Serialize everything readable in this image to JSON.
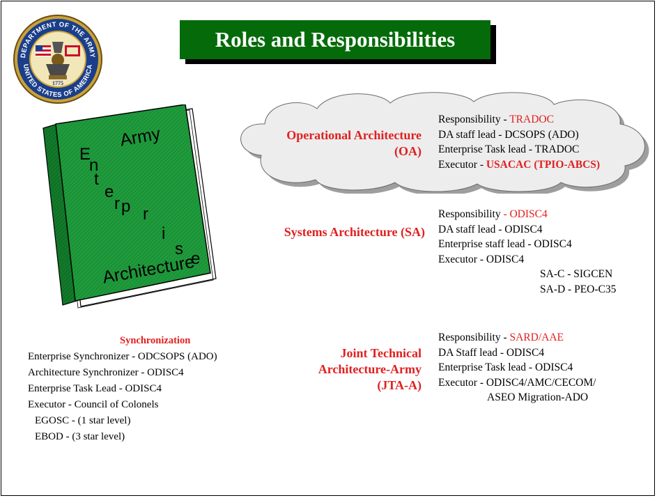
{
  "title": "Roles and Responsibilities",
  "seal": {
    "name": "army-seal",
    "text_top": "DEPARTMENT OF THE ARMY",
    "text_bottom": "UNITED STATES OF AMERICA",
    "year": "1775"
  },
  "book": {
    "top_word": "Army",
    "diagonal_letters": [
      "E",
      "n",
      "t",
      "e",
      "r",
      "p",
      "r",
      "i",
      "s",
      "e"
    ],
    "bottom_word": "Architecture",
    "cover_color": "#1e9b3b"
  },
  "cloud_color": "#ededed",
  "sections": {
    "oa": {
      "label_lines": [
        "Operational Architecture",
        "(OA)"
      ],
      "lines": [
        {
          "prefix": "Responsibility - ",
          "value": "TRADOC",
          "value_color": "red"
        },
        {
          "prefix": "DA staff lead - DCSOPS (ADO)"
        },
        {
          "prefix": "Enterprise Task lead - TRADOC"
        },
        {
          "prefix": "Executor - ",
          "value": "USACAC (TPIO-ABCS)",
          "value_color": "red-bold"
        }
      ]
    },
    "sa": {
      "label_lines": [
        "Systems Architecture (SA)"
      ],
      "lines": [
        {
          "prefix": "Responsibility ",
          "value": "- ODISC4",
          "value_color": "red"
        },
        {
          "prefix": "DA staff lead - ODISC4"
        },
        {
          "prefix": "Enterprise staff lead - ODISC4"
        },
        {
          "prefix": "Executor - ODISC4"
        },
        {
          "prefix": "SA-C - SIGCEN",
          "indent": true
        },
        {
          "prefix": "SA-D - PEO-C35",
          "indent": true
        }
      ]
    },
    "jta": {
      "label_lines": [
        "Joint Technical",
        "Architecture-Army",
        "(JTA-A)"
      ],
      "lines": [
        {
          "prefix": "Responsibility - ",
          "value": "SARD/AAE",
          "value_color": "red"
        },
        {
          "prefix": "DA Staff lead - ODISC4"
        },
        {
          "prefix": "Enterprise Task lead - ODISC4"
        },
        {
          "prefix": "Executor - ODISC4/AMC/CECOM/"
        },
        {
          "prefix": "ASEO Migration-ADO",
          "indent": true
        }
      ]
    }
  },
  "sync": {
    "heading": "Synchronization",
    "lines": [
      "Enterprise Synchronizer - ODCSOPS (ADO)",
      "Architecture Synchronizer - ODISC4",
      "Enterprise Task Lead - ODISC4",
      "Executor - Council of Colonels",
      "EGOSC - (1 star level)",
      "EBOD - (3 star level)"
    ]
  }
}
